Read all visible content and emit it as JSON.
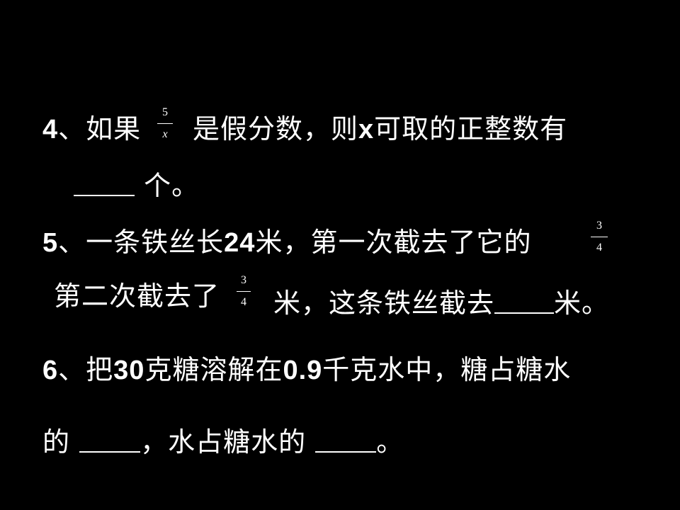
{
  "q4": {
    "number": "4",
    "before_fraction": "、如果",
    "fraction_numerator": "5",
    "fraction_denominator": "x",
    "after_fraction_a": "是假分数，则",
    "after_fraction_var": "x",
    "after_fraction_b": "可取的正整数有",
    "line2_suffix": "个。"
  },
  "q5": {
    "number": "5",
    "text_a": "、一条铁丝长",
    "length": "24",
    "text_b": "米，第一次截去了它的",
    "fraction1_numerator": "3",
    "fraction1_denominator": "4",
    "line2_prefix": "第二次截去了",
    "fraction2_numerator": "3",
    "fraction2_denominator": "4",
    "line2_middle": "米，这条铁丝截去",
    "line2_suffix": "米。"
  },
  "q6": {
    "number": "6",
    "text_a": "、把",
    "grams": "30",
    "text_b": "克糖溶解在",
    "kilograms": "0.9",
    "text_c": "千克水中，糖占糖水",
    "line2_a": "的",
    "line2_b": "，水占糖水的",
    "line2_c": "。"
  }
}
